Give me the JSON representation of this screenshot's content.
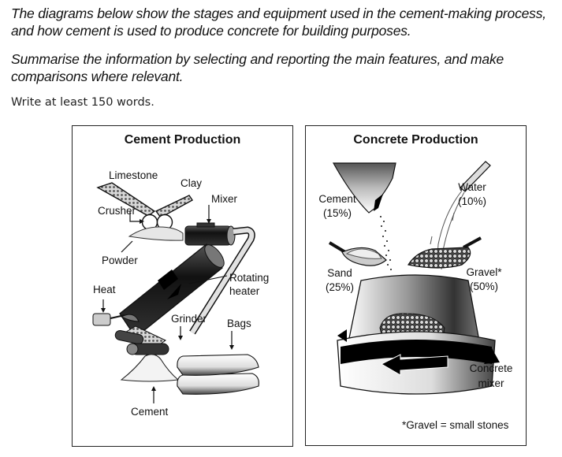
{
  "task": {
    "prompt_line": "The diagrams below show the stages and equipment used in the cement-making process, and how cement is used to produce concrete for building purposes.",
    "instruction": "Summarise the information by selecting and reporting the main features, and make comparisons where relevant.",
    "word_count": "Write at least 150 words."
  },
  "cement_production": {
    "title": "Cement Production",
    "labels": {
      "limestone": "Limestone",
      "clay": "Clay",
      "mixer": "Mixer",
      "crusher": "Crusher",
      "powder": "Powder",
      "rotating_heater_1": "Rotating",
      "rotating_heater_2": "heater",
      "heat": "Heat",
      "grinder": "Grinder",
      "bags": "Bags",
      "cement": "Cement"
    }
  },
  "concrete_production": {
    "title": "Concrete Production",
    "labels": {
      "cement": "Cement",
      "cement_pct": "(15%)",
      "water": "Water",
      "water_pct": "(10%)",
      "sand": "Sand",
      "sand_pct": "(25%)",
      "gravel": "Gravel*",
      "gravel_pct": "(50%)",
      "mixer_1": "Concrete",
      "mixer_2": "mixer"
    },
    "footnote": "*Gravel = small stones"
  }
}
